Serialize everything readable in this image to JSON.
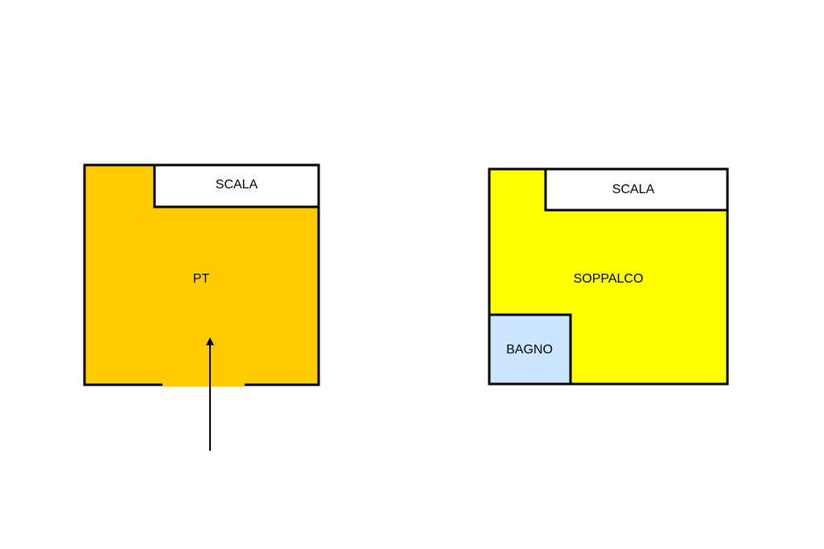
{
  "colors": {
    "background": "#ffffff",
    "ground_floor_fill": "#ffcc00",
    "mezzanine_fill": "#ffff00",
    "bathroom_fill": "#cce6ff",
    "stair_fill": "#ffffff",
    "outline": "#000000"
  },
  "ground_floor": {
    "label": "PT",
    "stair_label": "SCALA",
    "entrance_arrow_icon": "arrow-up-icon"
  },
  "mezzanine": {
    "label": "SOPPALCO",
    "stair_label": "SCALA",
    "bathroom_label": "BAGNO"
  }
}
